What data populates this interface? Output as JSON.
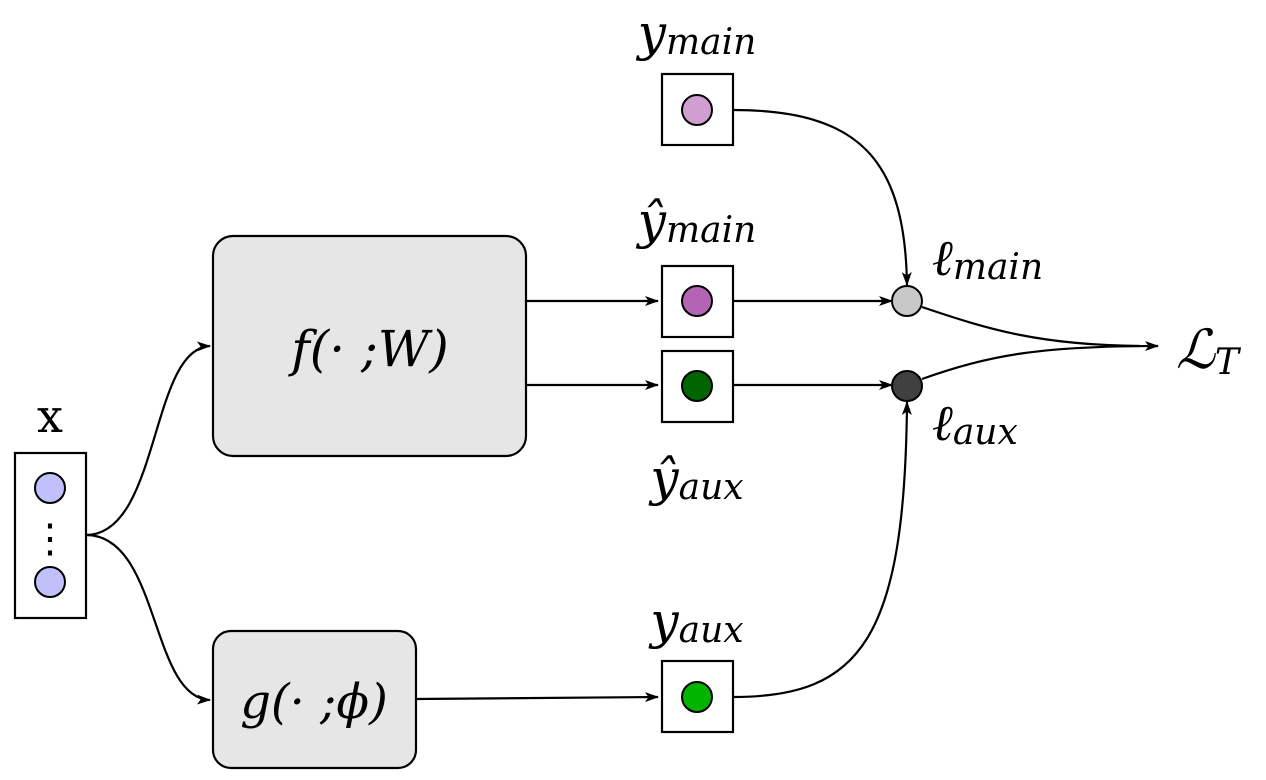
{
  "input": {
    "label": "x",
    "ellipsis": "⋮",
    "circle_color": "#c0c0fa"
  },
  "functions": {
    "f": "f(· ;W)",
    "g": "g(· ;ϕ)"
  },
  "outputs": {
    "y_main": {
      "base": "y",
      "sub": "main",
      "color": "#d09ed0"
    },
    "y_hat_main": {
      "base": "ŷ",
      "sub": "main",
      "color": "#b464b4"
    },
    "y_hat_aux": {
      "base": "ŷ",
      "sub": "aux",
      "color": "#006400"
    },
    "y_aux": {
      "base": "y",
      "sub": "aux",
      "color": "#00b400"
    }
  },
  "losses": {
    "l_main": {
      "base": "ℓ",
      "sub": "main",
      "color": "#c8c8c8"
    },
    "l_aux": {
      "base": "ℓ",
      "sub": "aux",
      "color": "#404040"
    },
    "total": {
      "base": "ℒ",
      "sub": "T"
    }
  }
}
